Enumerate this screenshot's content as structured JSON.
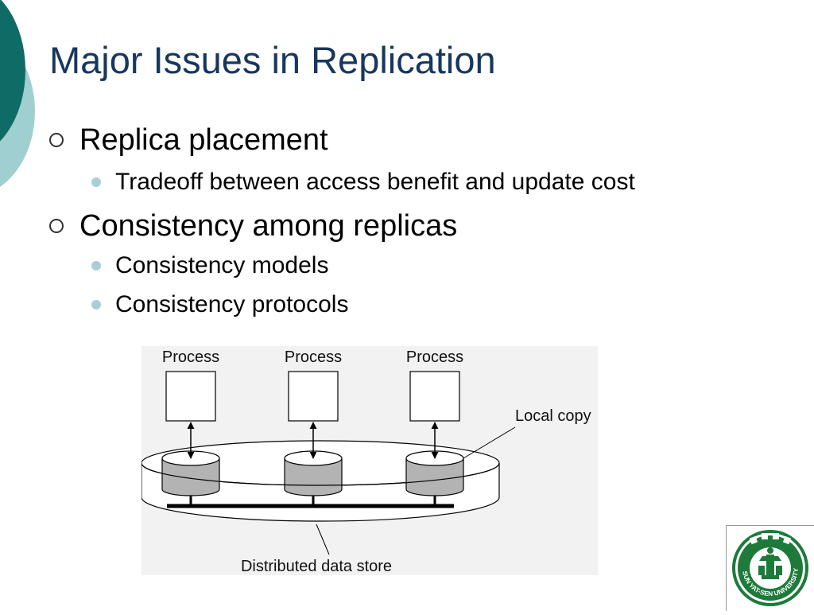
{
  "slide": {
    "title": "Major Issues in Replication",
    "bullets": [
      {
        "text": "Replica placement",
        "sub": [
          "Tradeoff between access benefit and update cost"
        ]
      },
      {
        "text": "Consistency among replicas",
        "sub": [
          "Consistency models",
          "Consistency protocols"
        ]
      }
    ]
  },
  "diagram": {
    "process_label": "Process",
    "local_copy_label": "Local copy",
    "store_label": "Distributed data store"
  },
  "logo": {
    "text": "SUN YAT-SEN UNIVERSITY",
    "icon": "university-seal-icon"
  },
  "colors": {
    "title": "#17375e",
    "accent_dark": "#0f6b66",
    "accent_light": "#9fcfd0",
    "sub_bullet": "#a9cfd2",
    "logo_green": "#1d7a3a"
  }
}
